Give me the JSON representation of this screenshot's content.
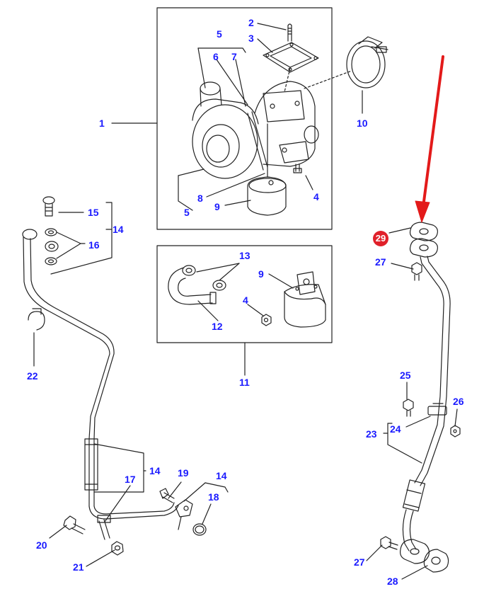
{
  "colors": {
    "callout": "#1a1aff",
    "highlight": "#e0202a",
    "linework": "#222222",
    "arrow": "#e31a1a"
  },
  "highlight": {
    "label": "29",
    "color": "#e0202a"
  },
  "callouts": {
    "c1": "1",
    "c2": "2",
    "c3": "3",
    "c4a": "4",
    "c5a": "5",
    "c5b": "5",
    "c6": "6",
    "c7": "7",
    "c8": "8",
    "c9a": "9",
    "c10": "10",
    "c13": "13",
    "c9b": "9",
    "c4b": "4",
    "c12": "12",
    "c11": "11",
    "c15": "15",
    "c14a": "14",
    "c16": "16",
    "c22": "22",
    "c14b": "14",
    "c17": "17",
    "c19": "19",
    "c14c": "14",
    "c18": "18",
    "c20": "20",
    "c21": "21",
    "c27a": "27",
    "c25": "25",
    "c26": "26",
    "c24": "24",
    "c23": "23",
    "c27b": "27",
    "c28": "28"
  }
}
